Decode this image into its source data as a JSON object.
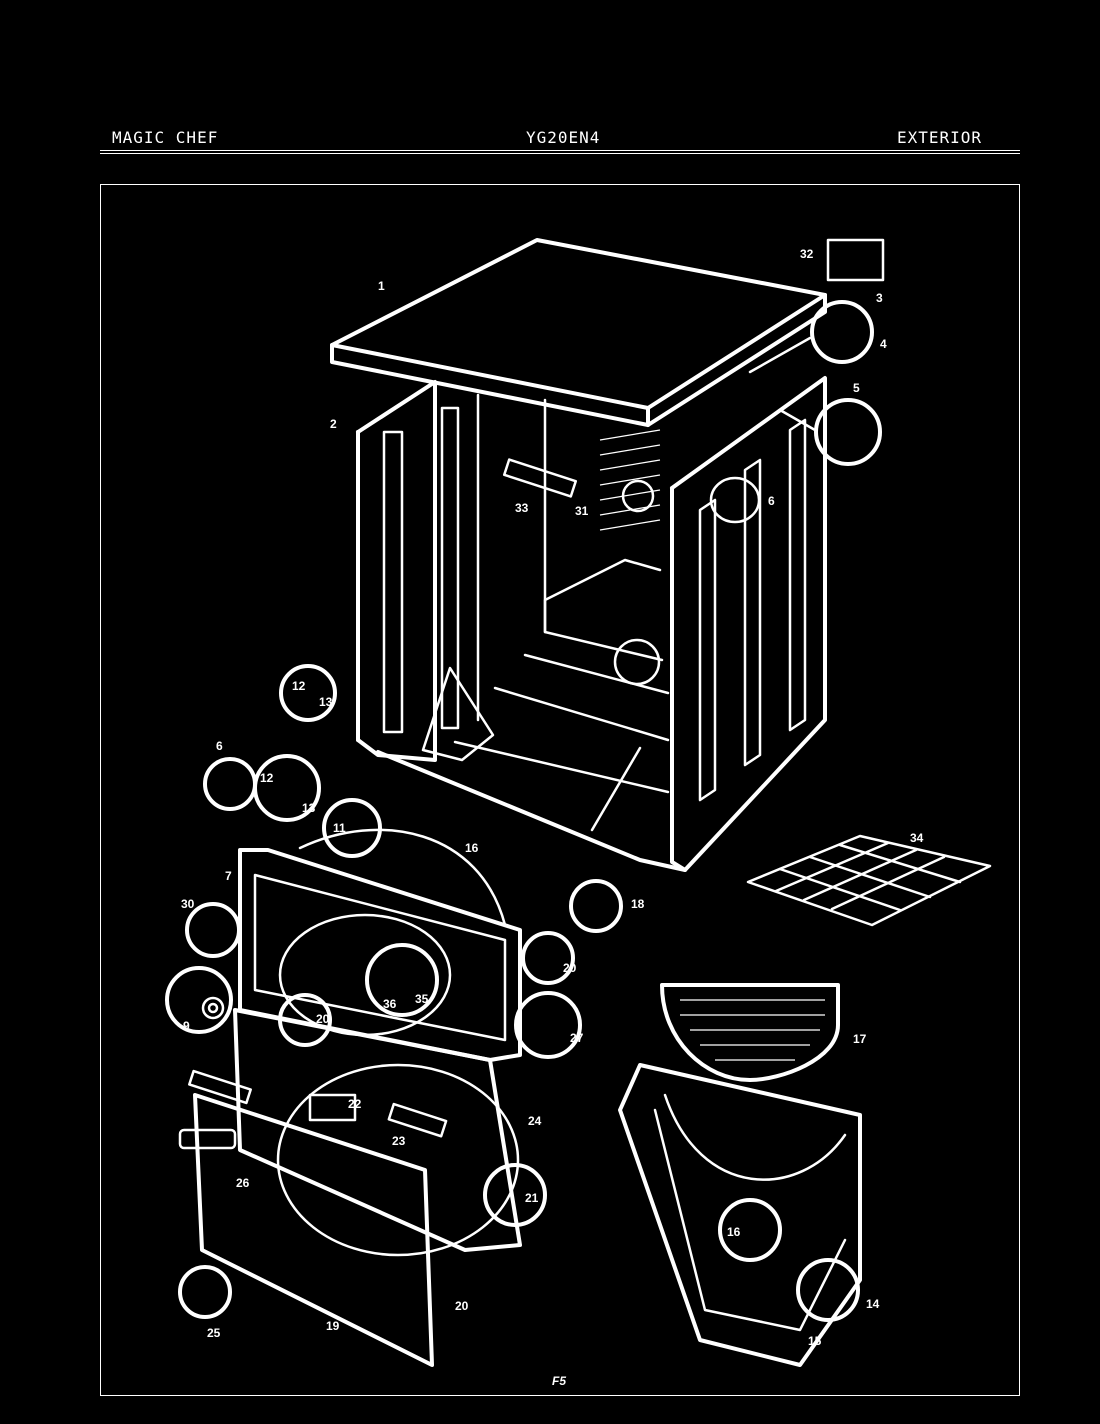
{
  "header": {
    "brand": "MAGIC CHEF",
    "model": "YG20EN4",
    "section": "EXTERIOR"
  },
  "callouts": [
    {
      "id": "c1",
      "label": "1"
    },
    {
      "id": "c2",
      "label": "2"
    },
    {
      "id": "c3",
      "label": "3"
    },
    {
      "id": "c4",
      "label": "4"
    },
    {
      "id": "c5",
      "label": "5"
    },
    {
      "id": "c6a",
      "label": "6"
    },
    {
      "id": "c6b",
      "label": "6"
    },
    {
      "id": "c7",
      "label": "7"
    },
    {
      "id": "c9",
      "label": "9"
    },
    {
      "id": "c11",
      "label": "11"
    },
    {
      "id": "c12a",
      "label": "12"
    },
    {
      "id": "c13a",
      "label": "13"
    },
    {
      "id": "c12b",
      "label": "12"
    },
    {
      "id": "c13b",
      "label": "13"
    },
    {
      "id": "c14",
      "label": "14"
    },
    {
      "id": "c15",
      "label": "15"
    },
    {
      "id": "c16a",
      "label": "16"
    },
    {
      "id": "c16b",
      "label": "16"
    },
    {
      "id": "c17",
      "label": "17"
    },
    {
      "id": "c18",
      "label": "18"
    },
    {
      "id": "c19",
      "label": "19"
    },
    {
      "id": "c20a",
      "label": "20"
    },
    {
      "id": "c20b",
      "label": "20"
    },
    {
      "id": "c20c",
      "label": "20"
    },
    {
      "id": "c21",
      "label": "21"
    },
    {
      "id": "c22",
      "label": "22"
    },
    {
      "id": "c23",
      "label": "23"
    },
    {
      "id": "c24",
      "label": "24"
    },
    {
      "id": "c25",
      "label": "25"
    },
    {
      "id": "c26",
      "label": "26"
    },
    {
      "id": "c27",
      "label": "27"
    },
    {
      "id": "c30",
      "label": "30"
    },
    {
      "id": "c31",
      "label": "31"
    },
    {
      "id": "c32",
      "label": "32"
    },
    {
      "id": "c33",
      "label": "33"
    },
    {
      "id": "c34",
      "label": "34"
    },
    {
      "id": "c35",
      "label": "35"
    },
    {
      "id": "c36",
      "label": "36"
    }
  ],
  "handwritten_note": "F5"
}
